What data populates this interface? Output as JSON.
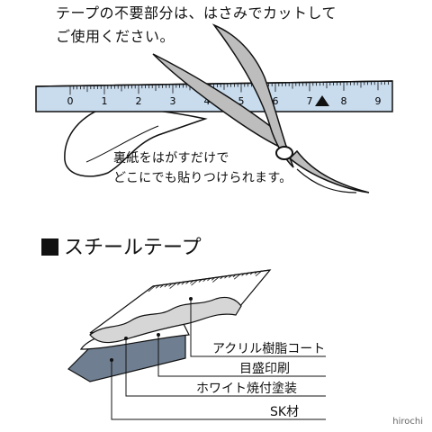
{
  "top_caption": {
    "line1": "テープの不要部分は、はさみでカットして",
    "line2": "ご使用ください。"
  },
  "tape_scale": {
    "ticks": [
      "0",
      "1",
      "2",
      "3",
      "4",
      "5",
      "6",
      "7",
      "8",
      "9"
    ]
  },
  "peel_caption": {
    "line1": "裏紙をはがすだけで",
    "line2": "どこにでも貼りつけられます。"
  },
  "section_title": "スチールテープ",
  "layers": [
    {
      "label": "アクリル樹脂コート"
    },
    {
      "label": "目盛印刷"
    },
    {
      "label": "ホワイト焼付塗装"
    },
    {
      "label": "SK材"
    }
  ],
  "colors": {
    "tape_blue": "#c9dcee",
    "steel_dark": "#6f7f91",
    "blade_gray": "#bdbdbd",
    "line": "#111111"
  },
  "watermark": "hirochi"
}
